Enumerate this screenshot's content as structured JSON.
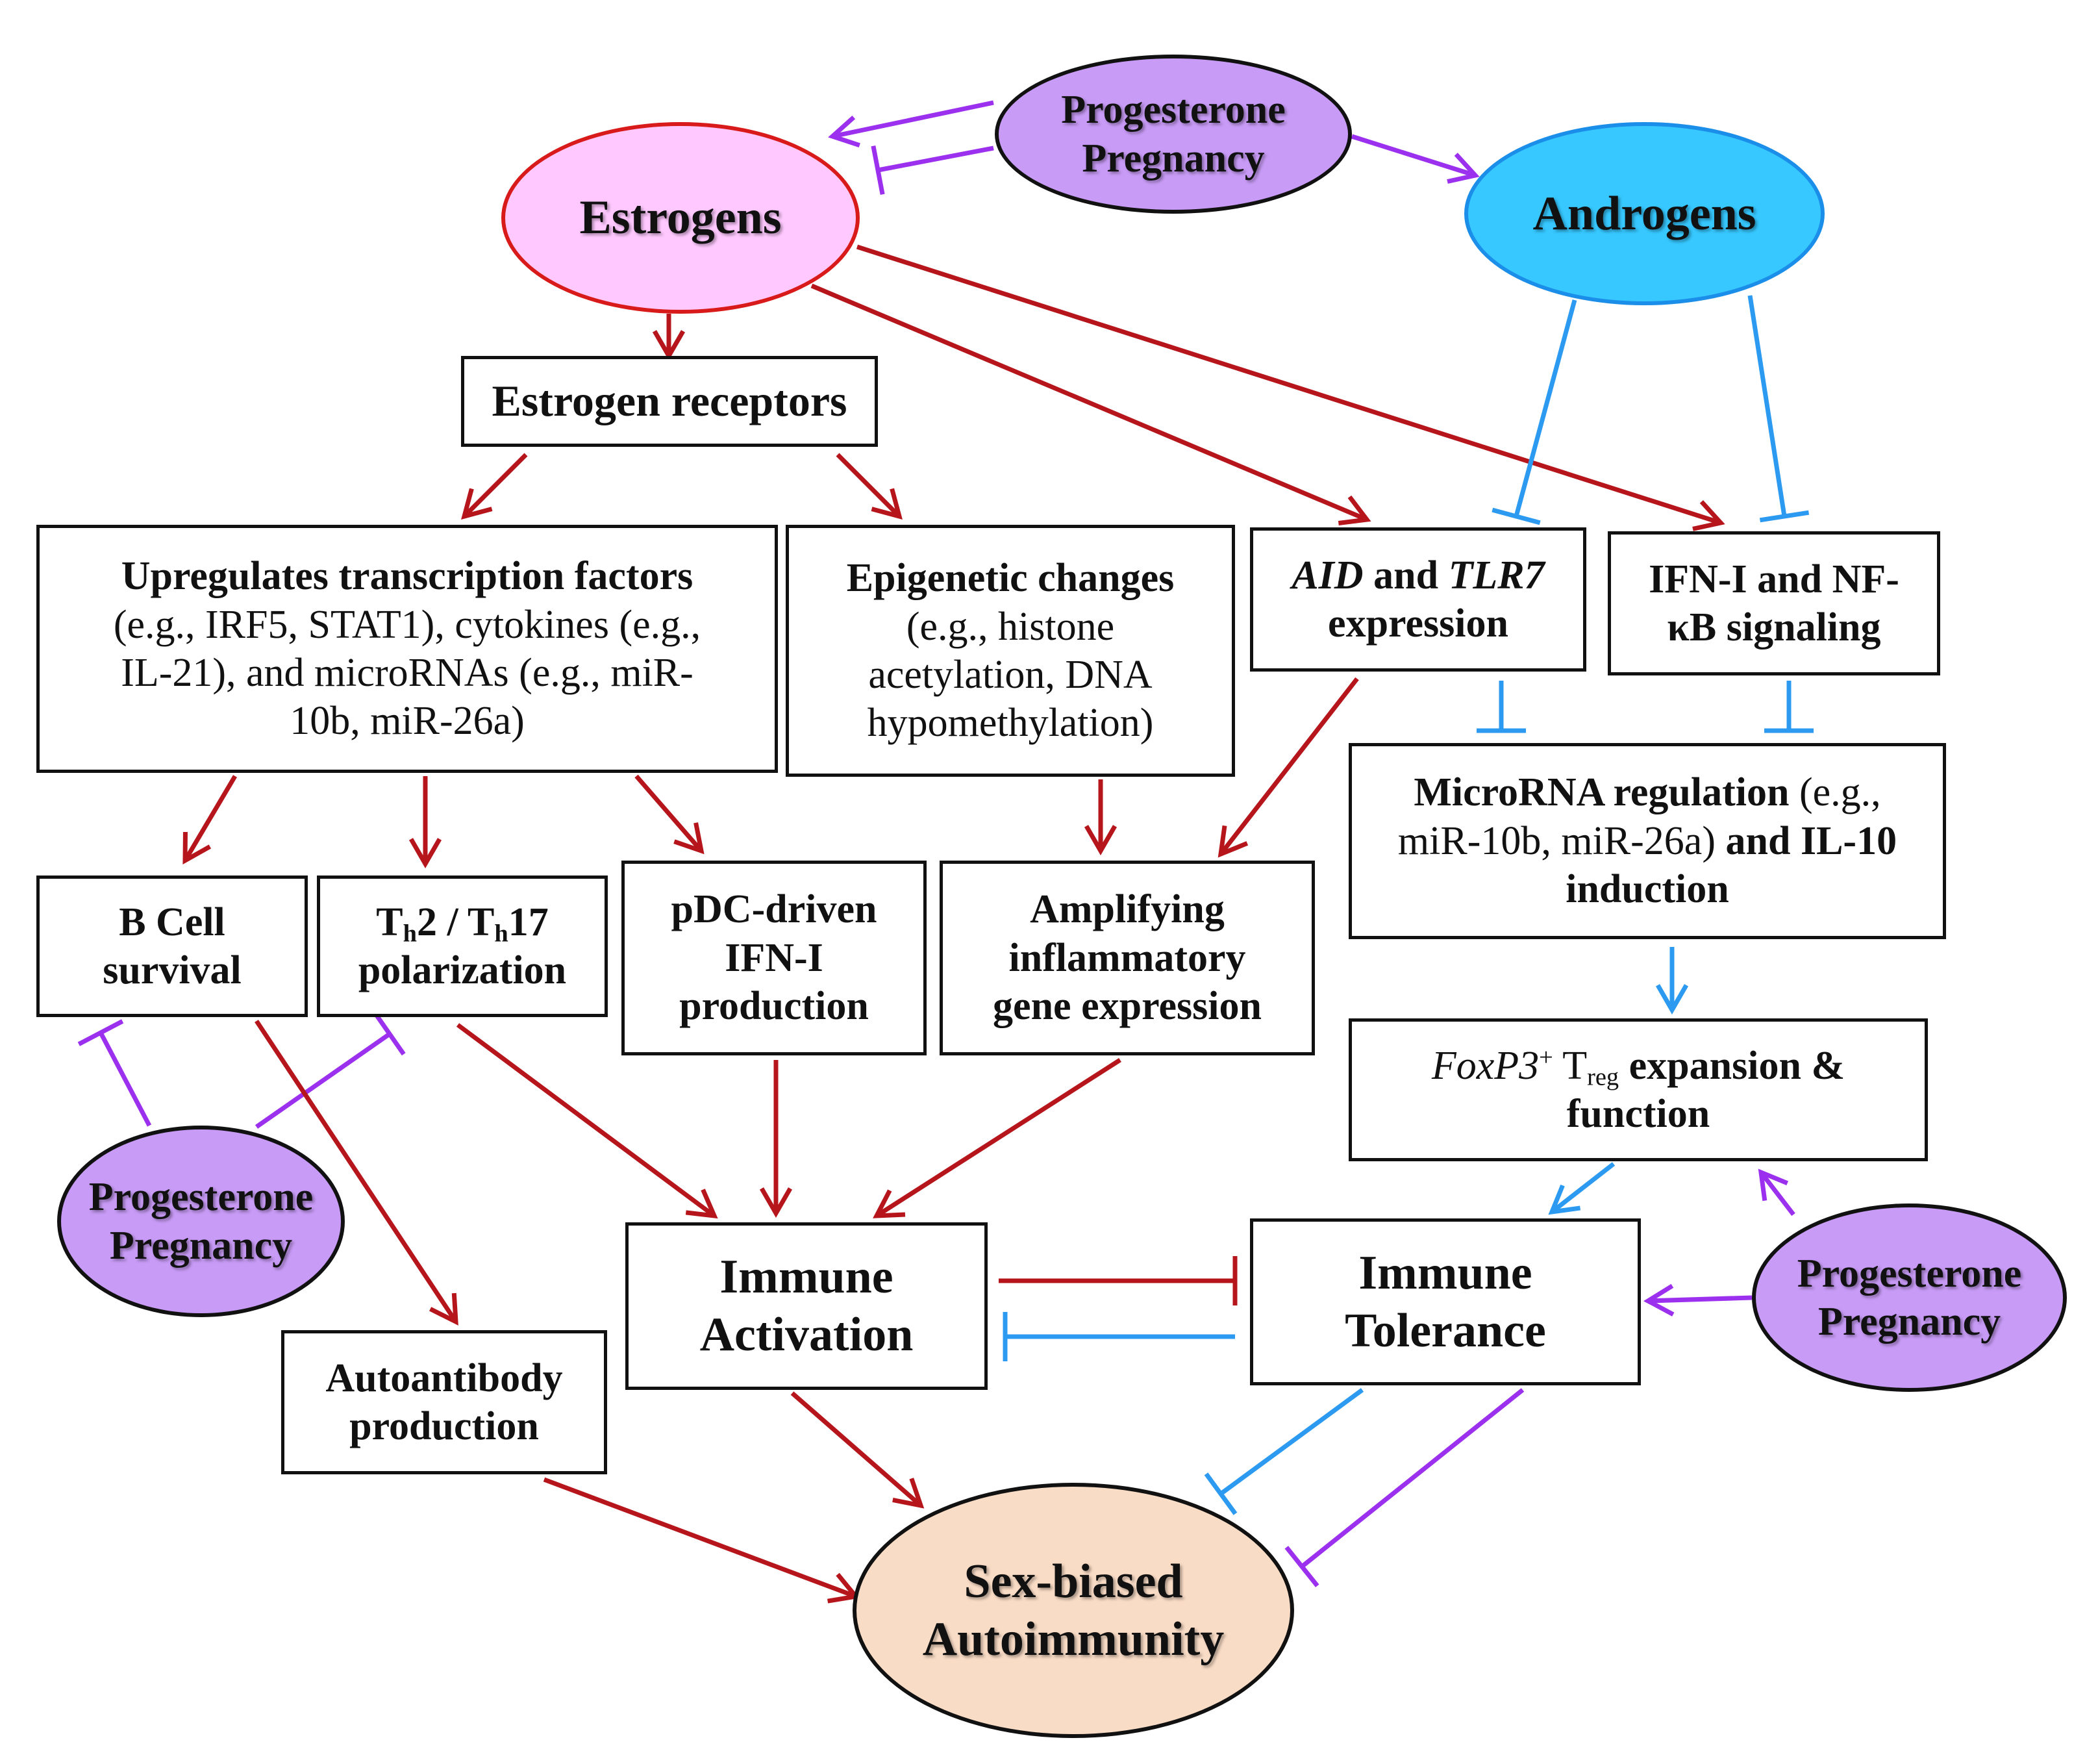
{
  "colors": {
    "estrogen_arrow": "#b5151b",
    "androgen_inhibit": "#2b9af0",
    "progesterone": "#9b30ee",
    "estrogen_fill": "#ffc9ff",
    "estrogen_border": "#d81a1a",
    "androgen_fill": "#36c8ff",
    "androgen_border": "#1a8ee8",
    "progesterone_fill": "#c89bf6",
    "autoimmunity_fill": "#f9dcc6"
  },
  "hormones": {
    "estrogens": "Estrogens",
    "androgens": "Androgens",
    "progesterone_line1": "Progesterone",
    "progesterone_line2": "Pregnancy"
  },
  "boxes": {
    "estrogen_receptors": "Estrogen receptors",
    "upregulates": {
      "bold": "Upregulates transcription factors",
      "line2": "(e.g., IRF5, STAT1), cytokines (e.g.,",
      "line3": "IL-21), and microRNAs (e.g., miR-",
      "line4": "10b, miR-26a)"
    },
    "epigenetic": {
      "bold": "Epigenetic changes",
      "line2": "(e.g., histone",
      "line3": "acetylation, DNA",
      "line4": "hypomethylation)"
    },
    "aid_tlr7": {
      "aid": "AID",
      "and": " and ",
      "tlr7": "TLR7",
      "line2": "expression"
    },
    "ifn_nfkb": {
      "line1": "IFN-I and NF-",
      "line2": "κB signaling"
    },
    "microrna": {
      "line1_bold": "MicroRNA regulation",
      "line1_rest": " (e.g.,",
      "line2_rest": "miR-10b, miR-26a)",
      "line2_bold": " and IL-10",
      "line3": "induction"
    },
    "b_cell": {
      "line1": "B Cell",
      "line2": "survival"
    },
    "th": {
      "t1": "T",
      "h1": "h",
      "mid": "2 / T",
      "h2": "h",
      "end": "17",
      "line2": "polarization"
    },
    "pdc": {
      "line1": "pDC-driven",
      "line2": "IFN-I",
      "line3": "production"
    },
    "amplifying": {
      "line1": "Amplifying",
      "line2": "inflammatory",
      "line3": "gene expression"
    },
    "foxp3": {
      "foxp3": "FoxP3",
      "plus": "+",
      "t": " T",
      "reg": "reg",
      "rest": " expansion &",
      "line2": "function"
    },
    "autoantibody": {
      "line1": "Autoantibody",
      "line2": "production"
    },
    "immune_activation": {
      "line1": "Immune",
      "line2": "Activation"
    },
    "immune_tolerance": {
      "line1": "Immune",
      "line2": "Tolerance"
    }
  },
  "outcome": {
    "line1": "Sex-biased",
    "line2": "Autoimmunity"
  }
}
